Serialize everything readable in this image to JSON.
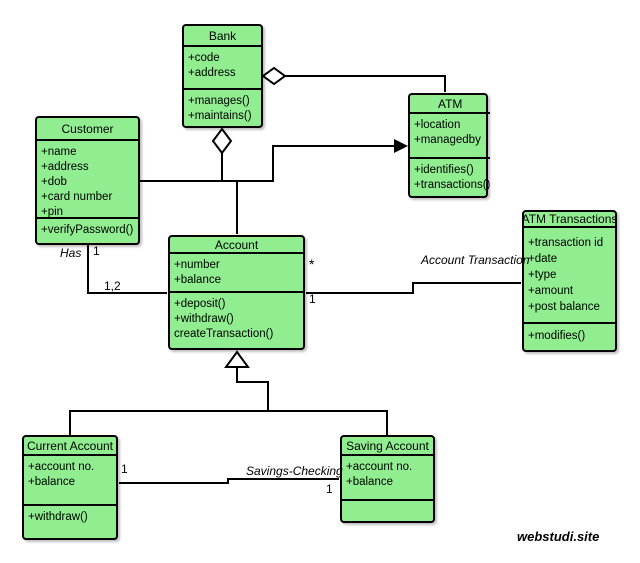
{
  "classes": {
    "bank": {
      "title": "Bank",
      "attributes": [
        "+code",
        "+address"
      ],
      "methods": [
        "+manages()",
        "+maintains()"
      ]
    },
    "customer": {
      "title": "Customer",
      "attributes": [
        "+name",
        "+address",
        "+dob",
        "+card number",
        "+pin"
      ],
      "methods": [
        "+verifyPassword()"
      ]
    },
    "atm": {
      "title": "ATM",
      "attributes": [
        "+location",
        "+managedby"
      ],
      "methods": [
        "+identifies()",
        "+transactions()"
      ]
    },
    "account": {
      "title": "Account",
      "attributes": [
        "+number",
        "+balance"
      ],
      "methods": [
        "+deposit()",
        "+withdraw()",
        "createTransaction()"
      ]
    },
    "atm_transactions": {
      "title": "ATM Transactions",
      "attributes": [
        "+transaction id",
        "+date",
        "+type",
        "+amount",
        "+post balance"
      ],
      "methods": [
        "+modifies()"
      ]
    },
    "current_account": {
      "title": "Current Account",
      "attributes": [
        "+account no.",
        "+balance"
      ],
      "methods": [
        "+withdraw()"
      ]
    },
    "saving_account": {
      "title": "Saving Account",
      "attributes": [
        "+account no.",
        "+balance"
      ],
      "methods": []
    }
  },
  "labels": {
    "has": "Has",
    "has_customer_mult": "1",
    "has_account_mult": "1,2",
    "account_many_mult": "*",
    "transaction_mult": "1",
    "account_transaction": "Account Transaction",
    "savings_checking": "Savings-Checking",
    "current_mult": "1",
    "saving_mult": "1"
  },
  "watermark": "webstudi.site",
  "colors": {
    "class_fill": "#90EE90",
    "class_border": "#000000",
    "background": "#FFFFFF"
  }
}
